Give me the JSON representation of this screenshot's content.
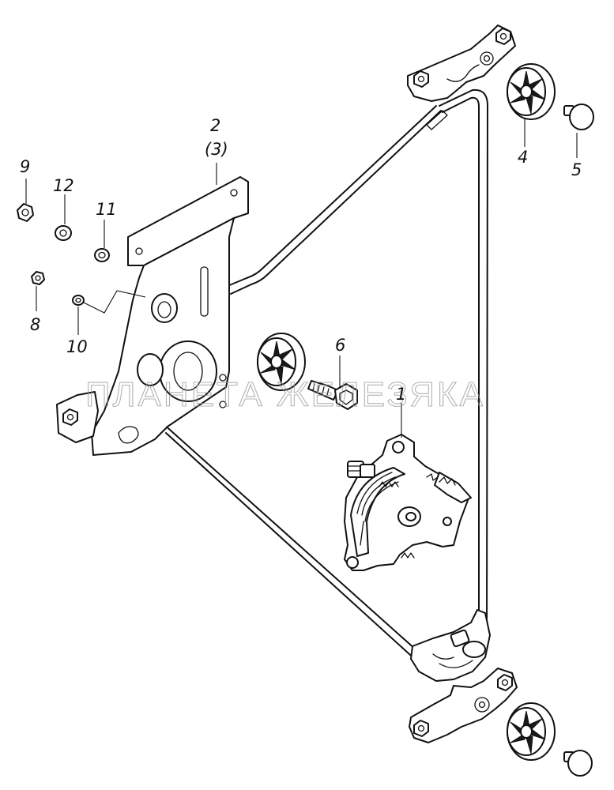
{
  "callouts": {
    "c1": "1",
    "c2": "2",
    "c3": "(3)",
    "c4": "4",
    "c5": "5",
    "c6": "6",
    "c8": "8",
    "c9": "9",
    "c10": "10",
    "c11": "11",
    "c12": "12"
  },
  "watermark": "ПЛАНЕТА ЖЕЛЕЗЯКА"
}
